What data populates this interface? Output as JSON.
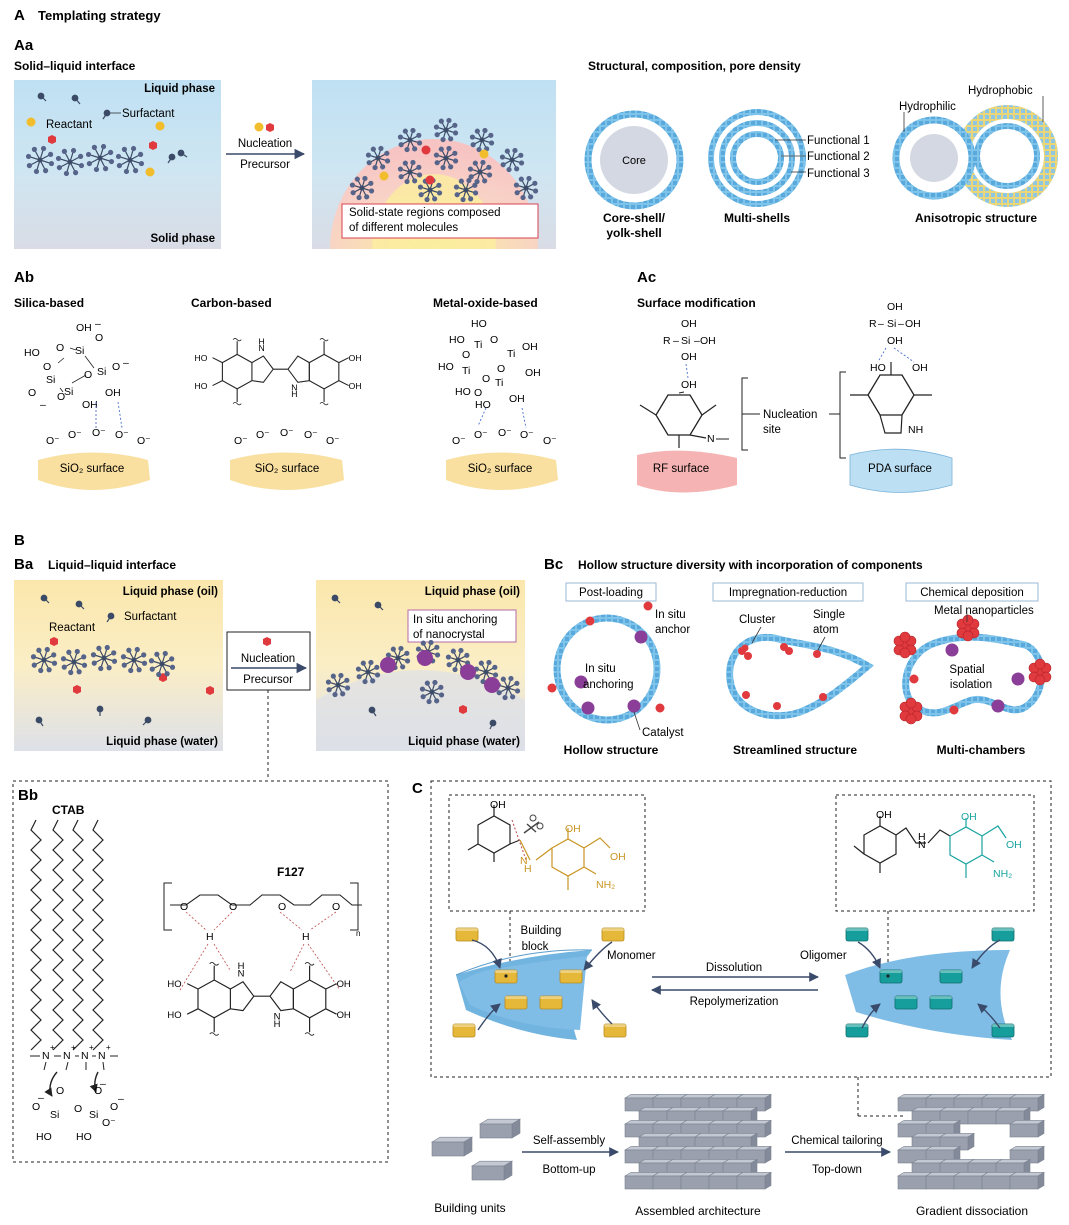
{
  "panel_A": {
    "title_letter": "A",
    "title": "Templating strategy",
    "Aa": {
      "letter": "Aa",
      "subtitle": "Solid–liquid interface",
      "liquid_phase": "Liquid phase",
      "solid_phase": "Solid phase",
      "surfactant": "Surfactant",
      "reactant": "Reactant",
      "nucleation": "Nucleation",
      "precursor": "Precursor",
      "solid_state_note": [
        "Solid-state regions composed",
        "of different molecules"
      ],
      "struct_title": "Structural, composition, pore density",
      "core": "Core",
      "core_shell": [
        "Core-shell/",
        "yolk-shell"
      ],
      "multi_shells": "Multi-shells",
      "functional": [
        "Functional 1",
        "Functional 2",
        "Functional 3"
      ],
      "hydrophilic": "Hydrophilic",
      "hydrophobic": "Hydrophobic",
      "anisotropic": "Anisotropic structure"
    },
    "Ab": {
      "letter": "Ab",
      "silica": "Silica-based",
      "carbon": "Carbon-based",
      "metal_oxide": "Metal-oxide-based",
      "sio2_surface": "SiO₂ surface"
    },
    "Ac": {
      "letter": "Ac",
      "surface_mod": "Surface modification",
      "nucleation_site": [
        "Nucleation",
        "site"
      ],
      "rf_surface": "RF surface",
      "pda_surface": "PDA surface"
    }
  },
  "panel_B": {
    "title_letter": "B",
    "Ba": {
      "letter": "Ba",
      "subtitle": "Liquid–liquid interface",
      "oil": "Liquid phase (oil)",
      "water": "Liquid phase (water)",
      "surfactant": "Surfactant",
      "reactant": "Reactant",
      "nucleation": "Nucleation",
      "precursor": "Precursor",
      "anchoring": [
        "In situ anchoring",
        "of nanocrystal"
      ]
    },
    "Bb": {
      "letter": "Bb",
      "ctab": "CTAB",
      "f127": "F127"
    },
    "Bc": {
      "letter": "Bc",
      "subtitle": "Hollow structure diversity with incorporation of components",
      "post_loading": "Post-loading",
      "impregnation": "Impregnation-reduction",
      "chem_dep": "Chemical deposition",
      "in_situ_anchor": [
        "In situ",
        "anchor"
      ],
      "in_situ_anchoring": [
        "In situ",
        "anchoring"
      ],
      "catalyst": "Catalyst",
      "cluster": "Cluster",
      "single_atom": [
        "Single",
        "atom"
      ],
      "metal_np": "Metal nanoparticles",
      "spatial": [
        "Spatial",
        "isolation"
      ],
      "hollow": "Hollow structure",
      "streamlined": "Streamlined structure",
      "multi_chambers": "Multi-chambers"
    }
  },
  "panel_C": {
    "letter": "C",
    "building_block": [
      "Building",
      "block"
    ],
    "monomer": "Monomer",
    "oligomer": "Oligomer",
    "dissolution": "Dissolution",
    "repolymerization": "Repolymerization",
    "self_assembly": "Self-assembly",
    "bottom_up": "Bottom-up",
    "chemical_tailoring": "Chemical tailoring",
    "top_down": "Top-down",
    "building_units": "Building units",
    "assembled": "Assembled architecture",
    "gradient": "Gradient dissociation"
  },
  "colors": {
    "liquid_blue": "#bfe0f3",
    "liquid_yellow": "#fbe7ac",
    "solid_grey": "#d8dce6",
    "shell_blue": "#7ec3e9",
    "surface_yellow": "#f9e0a0",
    "surface_red": "#f5b3b3",
    "surface_blue": "#bcdff4",
    "reactant_red": "#e0393e",
    "reactant_gold": "#f2bd2c",
    "particle_purple": "#8b3e97",
    "monomer_gold": "#e5b83a",
    "oligomer_teal": "#159e9c",
    "brick_grey": "#9aa0ad"
  }
}
